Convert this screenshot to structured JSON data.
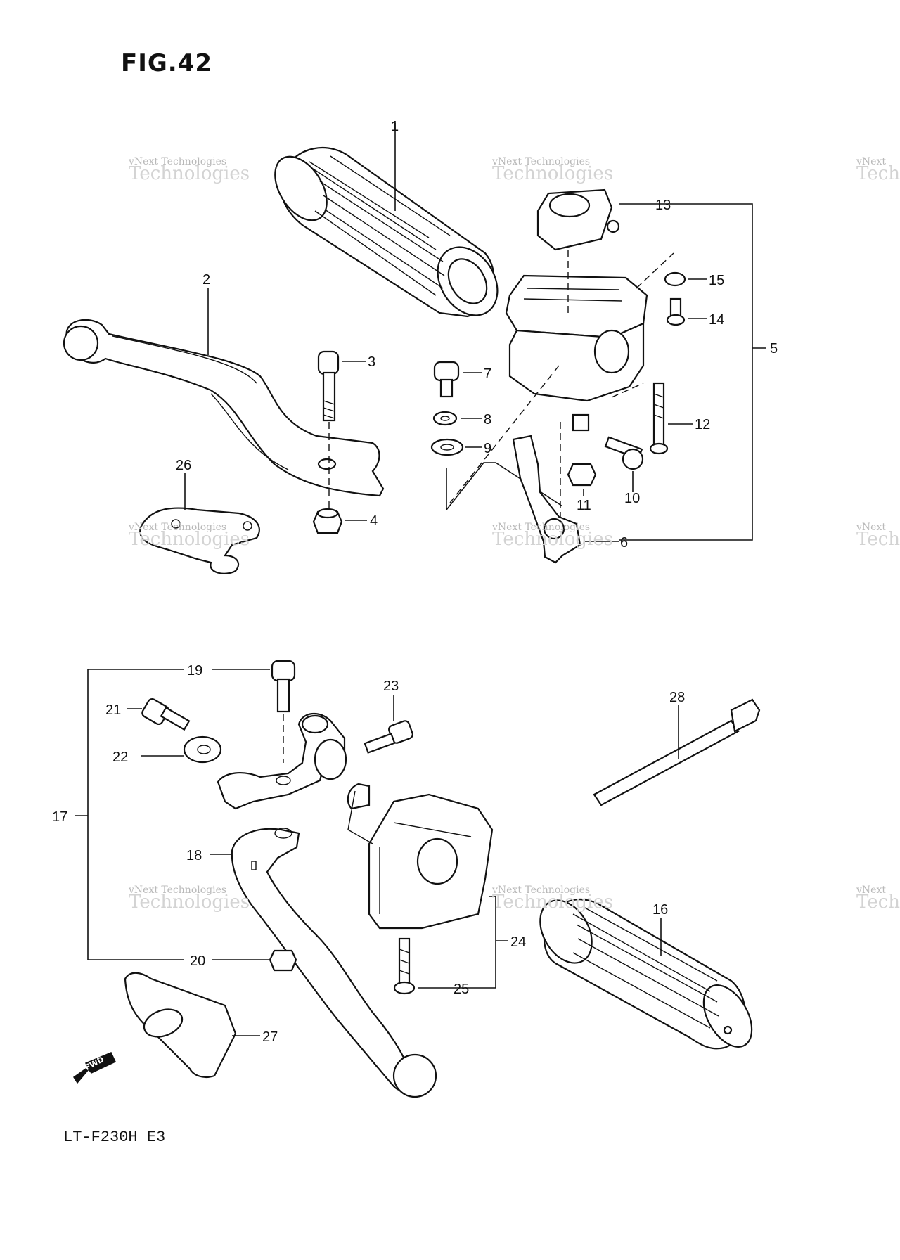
{
  "figure": {
    "title": "FIG.42",
    "model": "LT-F230H  E3",
    "fwd_label": "FWD"
  },
  "watermarks": [
    {
      "line1": "vNext Technologies",
      "line2": "Technologies"
    },
    {
      "line1": "vNext Technologies",
      "line2": "Technologies"
    },
    {
      "line1": "vNext",
      "line2": "Techn"
    },
    {
      "line1": "vNext Technologies",
      "line2": "Technologies"
    },
    {
      "line1": "vNext Technologies",
      "line2": "Technologies"
    },
    {
      "line1": "vNext",
      "line2": "Techn"
    },
    {
      "line1": "vNext Technologies",
      "line2": "Technologies"
    },
    {
      "line1": "vNext Technologies",
      "line2": "Technologies"
    },
    {
      "line1": "vNext",
      "line2": "Techn"
    }
  ],
  "callouts": {
    "c1": "1",
    "c2": "2",
    "c3": "3",
    "c4": "4",
    "c5": "5",
    "c6": "6",
    "c7": "7",
    "c8": "8",
    "c9": "9",
    "c10": "10",
    "c11": "11",
    "c12": "12",
    "c13": "13",
    "c14": "14",
    "c15": "15",
    "c16": "16",
    "c17": "17",
    "c18": "18",
    "c19": "19",
    "c20": "20",
    "c21": "21",
    "c22": "22",
    "c23": "23",
    "c24": "24",
    "c25": "25",
    "c26": "26",
    "c27": "27",
    "c28": "28"
  }
}
